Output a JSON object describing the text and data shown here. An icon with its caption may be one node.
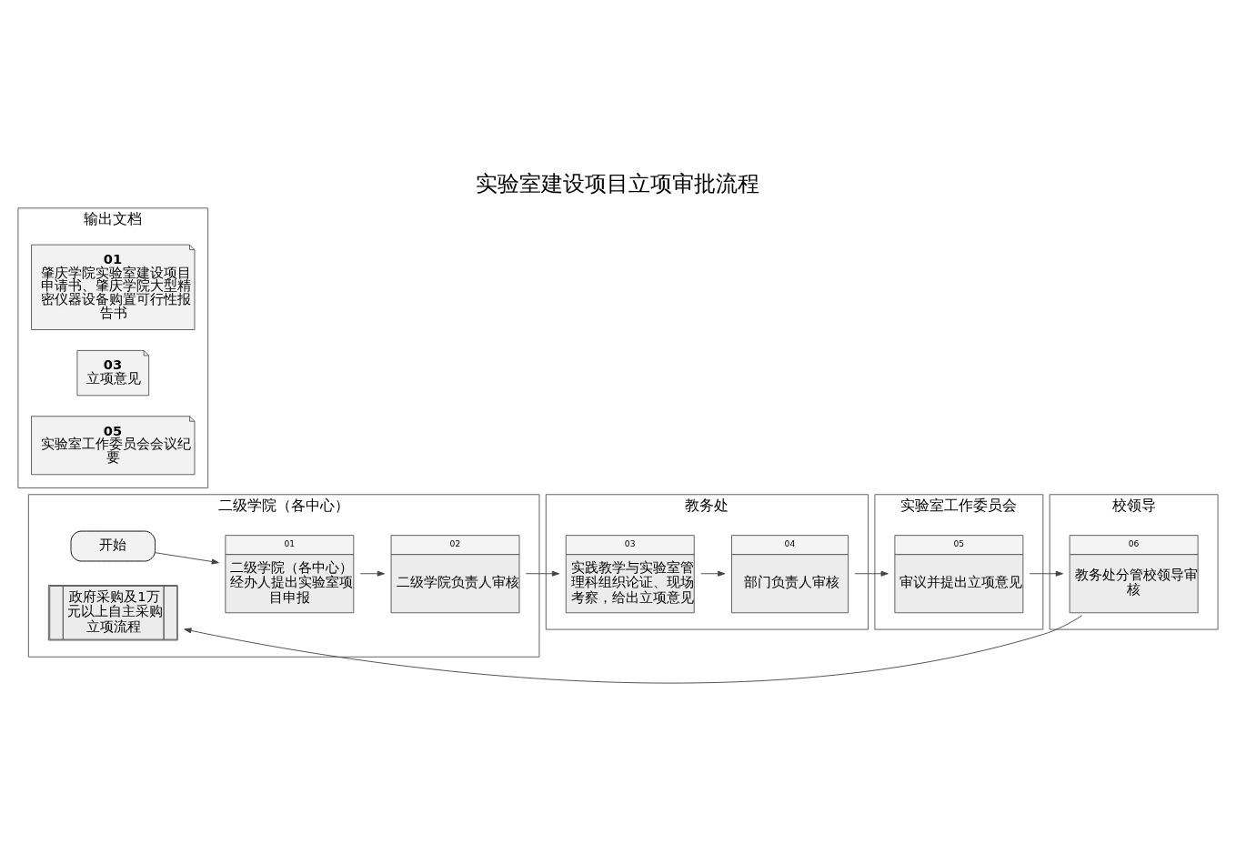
{
  "diagram": {
    "title": "实验室建设项目立项审批流程",
    "nodes": [
      {
        "text": [
          "二级学院（各中心）"
        ]
      },
      {
        "text": [
          "教务处"
        ]
      },
      {
        "text": [
          "实验室工作委员会"
        ]
      },
      {
        "text": [
          "校领导"
        ]
      },
      {
        "text": [
          "输出文档"
        ]
      },
      {
        "text": [
          "开始"
        ],
        "in": 0
      },
      {
        "text": [
          "01",
          "二级学院（各中心）经办人提出实验室项目申报"
        ],
        "in": 0
      },
      {
        "text": [
          "02",
          "二级学院负责人审核"
        ],
        "in": 0
      },
      {
        "text": [
          "政府采购及1万元以上自主采购立项流程"
        ],
        "in": 0
      },
      {
        "text": [
          "03",
          "实践教学与实验室管理科组织论证、现场考察，给出立项意见"
        ],
        "in": 1
      },
      {
        "text": [
          "04",
          "部门负责人审核"
        ],
        "in": 1
      },
      {
        "text": [
          "05",
          "审议并提出立项意见"
        ],
        "in": 2
      },
      {
        "text": [
          "06",
          "教务处分管校领导审核"
        ],
        "in": 3
      },
      {
        "text": [
          "01",
          "肇庆学院实验室建设项目申请书、肇庆学院大型精密仪器设备购置可行性报告书"
        ],
        "in": 4
      },
      {
        "text": [
          "03",
          "立项意见"
        ],
        "in": 4
      },
      {
        "text": [
          "05",
          "实验室工作委员会会议纪要"
        ],
        "in": 4
      }
    ],
    "edges": [
      {
        "from": 5,
        "to": 6,
        "arrow": "to"
      },
      {
        "from": 6,
        "to": 7,
        "arrow": "to"
      },
      {
        "from": 7,
        "to": 9,
        "arrow": "to"
      },
      {
        "from": 9,
        "to": 10,
        "arrow": "to"
      },
      {
        "from": 10,
        "to": 11,
        "arrow": "to"
      },
      {
        "from": 11,
        "to": 12,
        "arrow": "to"
      },
      {
        "from": 12,
        "to": 8,
        "arrow": "to"
      }
    ]
  }
}
